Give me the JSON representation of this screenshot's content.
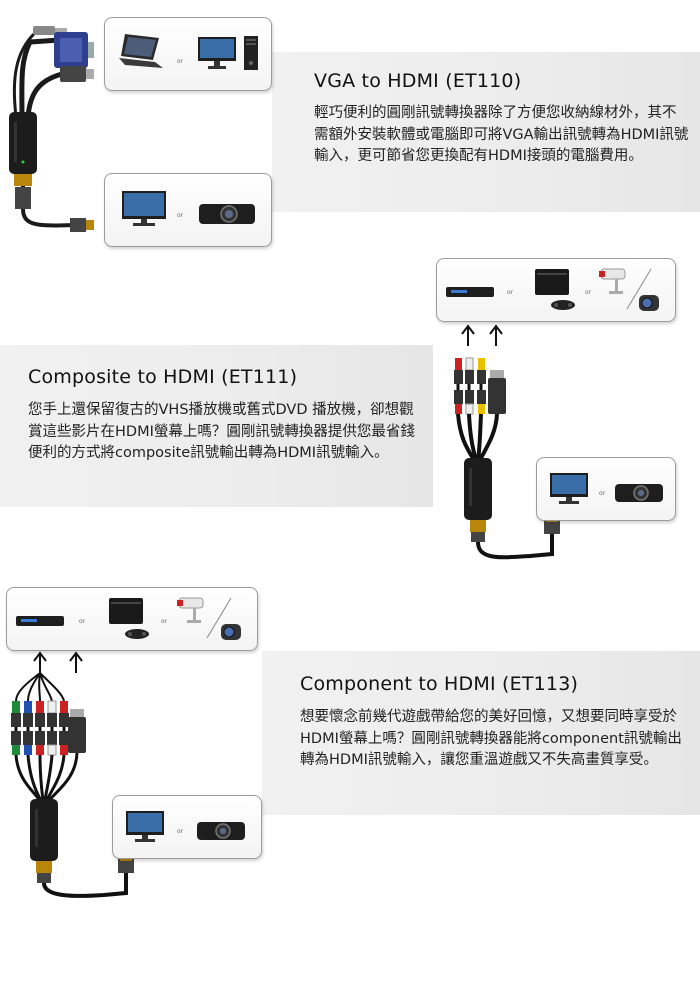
{
  "connector_word": "or",
  "sections": [
    {
      "title": "VGA to HDMI (ET110)",
      "description": "輕巧便利的圓剛訊號轉換器除了方便您收納線材外，其不需額外安裝軟體或電腦即可將VGA輸出訊號轉為HDMI訊號輸入，更可節省您更換配有HDMI接頭的電腦費用。"
    },
    {
      "title": "Composite to HDMI (ET111)",
      "description": "您手上還保留復古的VHS播放機或舊式DVD 播放機，卻想觀賞這些影片在HDMI螢幕上嗎？圓剛訊號轉換器提供您最省錢便利的方式將composite訊號輸出轉為HDMI訊號輸入。"
    },
    {
      "title": "Component to HDMI (ET113)",
      "description": "想要懷念前幾代遊戲帶給您的美好回憶，又想要同時享受於HDMI螢幕上嗎？圓剛訊號轉換器能將component訊號輸出轉為HDMI訊號輸入，讓您重溫遊戲又不失高畫質享受。"
    }
  ],
  "colors": {
    "band": "#ececec",
    "cable": "#1a1a1a",
    "hdmi_plug": "#b8860b",
    "vga_blue": "#2f3f8f",
    "rca_red": "#cc2222",
    "rca_white": "#eeeeee",
    "rca_yellow": "#e8c000",
    "comp_green": "#1f8a3a",
    "comp_blue": "#2050b0"
  }
}
